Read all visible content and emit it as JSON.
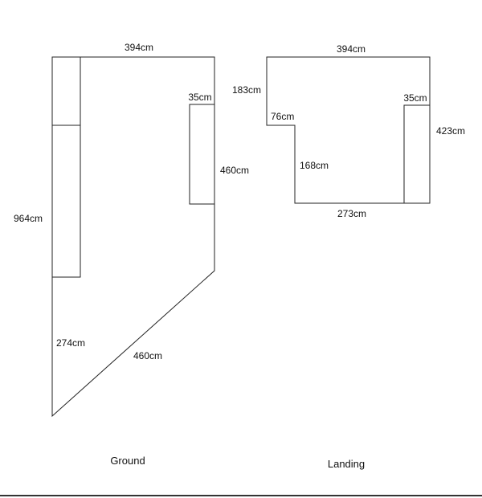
{
  "ground": {
    "caption": "Ground",
    "dims": {
      "top_width": "394cm",
      "cupboard_width": "35cm",
      "cupboard_height": "460cm",
      "left_height": "964cm",
      "lower_left": "274cm",
      "diagonal": "460cm"
    }
  },
  "landing": {
    "caption": "Landing",
    "dims": {
      "top_width": "394cm",
      "left_upper": "183cm",
      "step_width": "76cm",
      "cupboard_width": "35cm",
      "right_height": "423cm",
      "inner_height": "168cm",
      "bottom_width": "273cm"
    }
  },
  "colors": {
    "line": "#222222",
    "text": "#111111",
    "background": "#ffffff"
  }
}
